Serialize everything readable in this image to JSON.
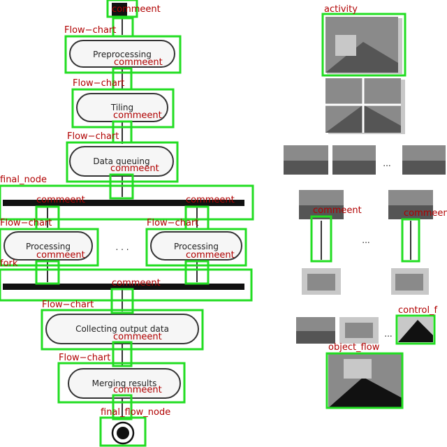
{
  "labels": {
    "comment": "commeent",
    "flow_chart": "Flow−chart",
    "final_node": "final_node",
    "fork": "fork",
    "activity": "activity",
    "control_flow": "control_f",
    "object_flow": "object_flow",
    "final_flow_node": "final_flow_node"
  },
  "nodes": {
    "preprocessing": "Preprocessing",
    "tiling": "Tiling",
    "data_queuing": "Data queuing",
    "processing_left": "Processing",
    "processing_right": "Processing",
    "collecting": "Collecting output data",
    "merging": "Merging results",
    "ellipsis": ". . .",
    "photo_ellipsis_1": "...",
    "photo_ellipsis_2": "...",
    "photo_ellipsis_3": "..."
  },
  "colors": {
    "box": "#22dd22",
    "label": "#b00000"
  }
}
